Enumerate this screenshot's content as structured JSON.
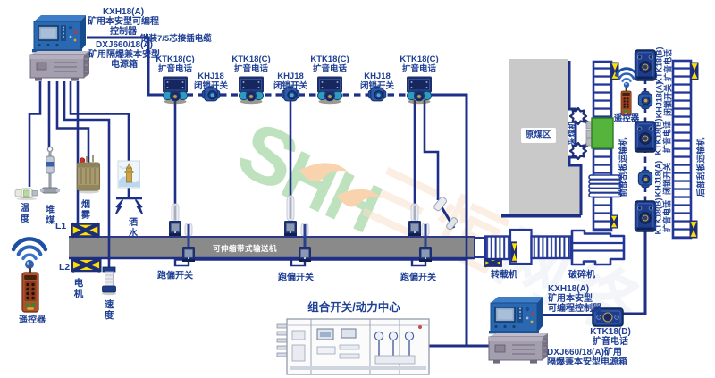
{
  "diagram": {
    "type": "mine belt-conveyor centralized control system schematic",
    "watermark": {
      "logo_text": "SHH",
      "cn_chars": [
        "三",
        "恒",
        "网",
        "络"
      ],
      "logo_green": "#7cc57c",
      "leaf_orange": "#f4b877",
      "pale_gray": "#d9dde6"
    },
    "colors": {
      "cable_line": "#1e2f88",
      "label_blue": "#1e3f94",
      "belt_gray": "#8a8a8a",
      "coal_gray": "#c9c9c9",
      "marker_yellow": "#ffe000",
      "device_navy": "#1c2f6e",
      "shearer_green": "#55b43c",
      "power_box_gray": "#a39fae",
      "controller_blue": "#2a68b2"
    }
  },
  "left_station": {
    "controller_lines": [
      "KXH18(A)",
      "矿用本安型可编程",
      "控制器"
    ],
    "power_lines": [
      "DXJ660/18(A)",
      "矿用隔爆兼本安型",
      "电源箱"
    ]
  },
  "trunk_cable_label": "铠装7/5芯接插电缆",
  "top_row": {
    "devices": [
      {
        "model": "KTK18(C)",
        "name": "扩音电话"
      },
      {
        "model": "KHJ18",
        "name": "闭锁开关"
      },
      {
        "model": "KTK18(C)",
        "name": "扩音电话"
      },
      {
        "model": "KHJ18",
        "name": "闭锁开关"
      },
      {
        "model": "KTK18(C)",
        "name": "扩音电话"
      },
      {
        "model": "KHJ18",
        "name": "闭锁开关"
      },
      {
        "model": "KTK18(C)",
        "name": "扩音电话"
      }
    ]
  },
  "sensors": {
    "temperature": "温度",
    "coal_pile": "堆煤",
    "smoke": "烟雾",
    "spray": "洒水"
  },
  "belt": {
    "name": "可伸缩带式输送机",
    "drive_1": "L1",
    "drive_2": "L2",
    "motor": "电机",
    "speed": "速度",
    "deviation_switch_1": "跑偏开关",
    "deviation_switch_2": "跑偏开关",
    "deviation_switch_3": "跑偏开关"
  },
  "remote_left": {
    "label": "遥控器"
  },
  "remote_face": {
    "label": "遥控器"
  },
  "machines": {
    "transfer": "转载机",
    "crusher": "破碎机",
    "coal_area": "原煤区",
    "shearer": "采煤机",
    "front_conveyor": "前部刮板运输机",
    "rear_conveyor": "后部刮板运输机",
    "combo_switch": "组合开关/动力中心"
  },
  "face_devices": [
    {
      "model": "KTK18(B)",
      "name": "扩音电话"
    },
    {
      "model": "KHJ18(A)",
      "name": "闭锁开关"
    },
    {
      "model": "KTK18(B)",
      "name": "扩音电话"
    },
    {
      "model": "KHJ18(A)",
      "name": "闭锁开关"
    },
    {
      "model": "KTK18(B)",
      "name": "扩音电话"
    }
  ],
  "right_station": {
    "controller_lines": [
      "KXH18(A)",
      "矿用本安型",
      "可编程控制器"
    ],
    "phone": {
      "model": "KTK18(D)",
      "name": "扩音电话"
    },
    "power_lines": [
      "DXJ660/18(A)矿用",
      "隔爆兼本安型电源箱"
    ]
  }
}
